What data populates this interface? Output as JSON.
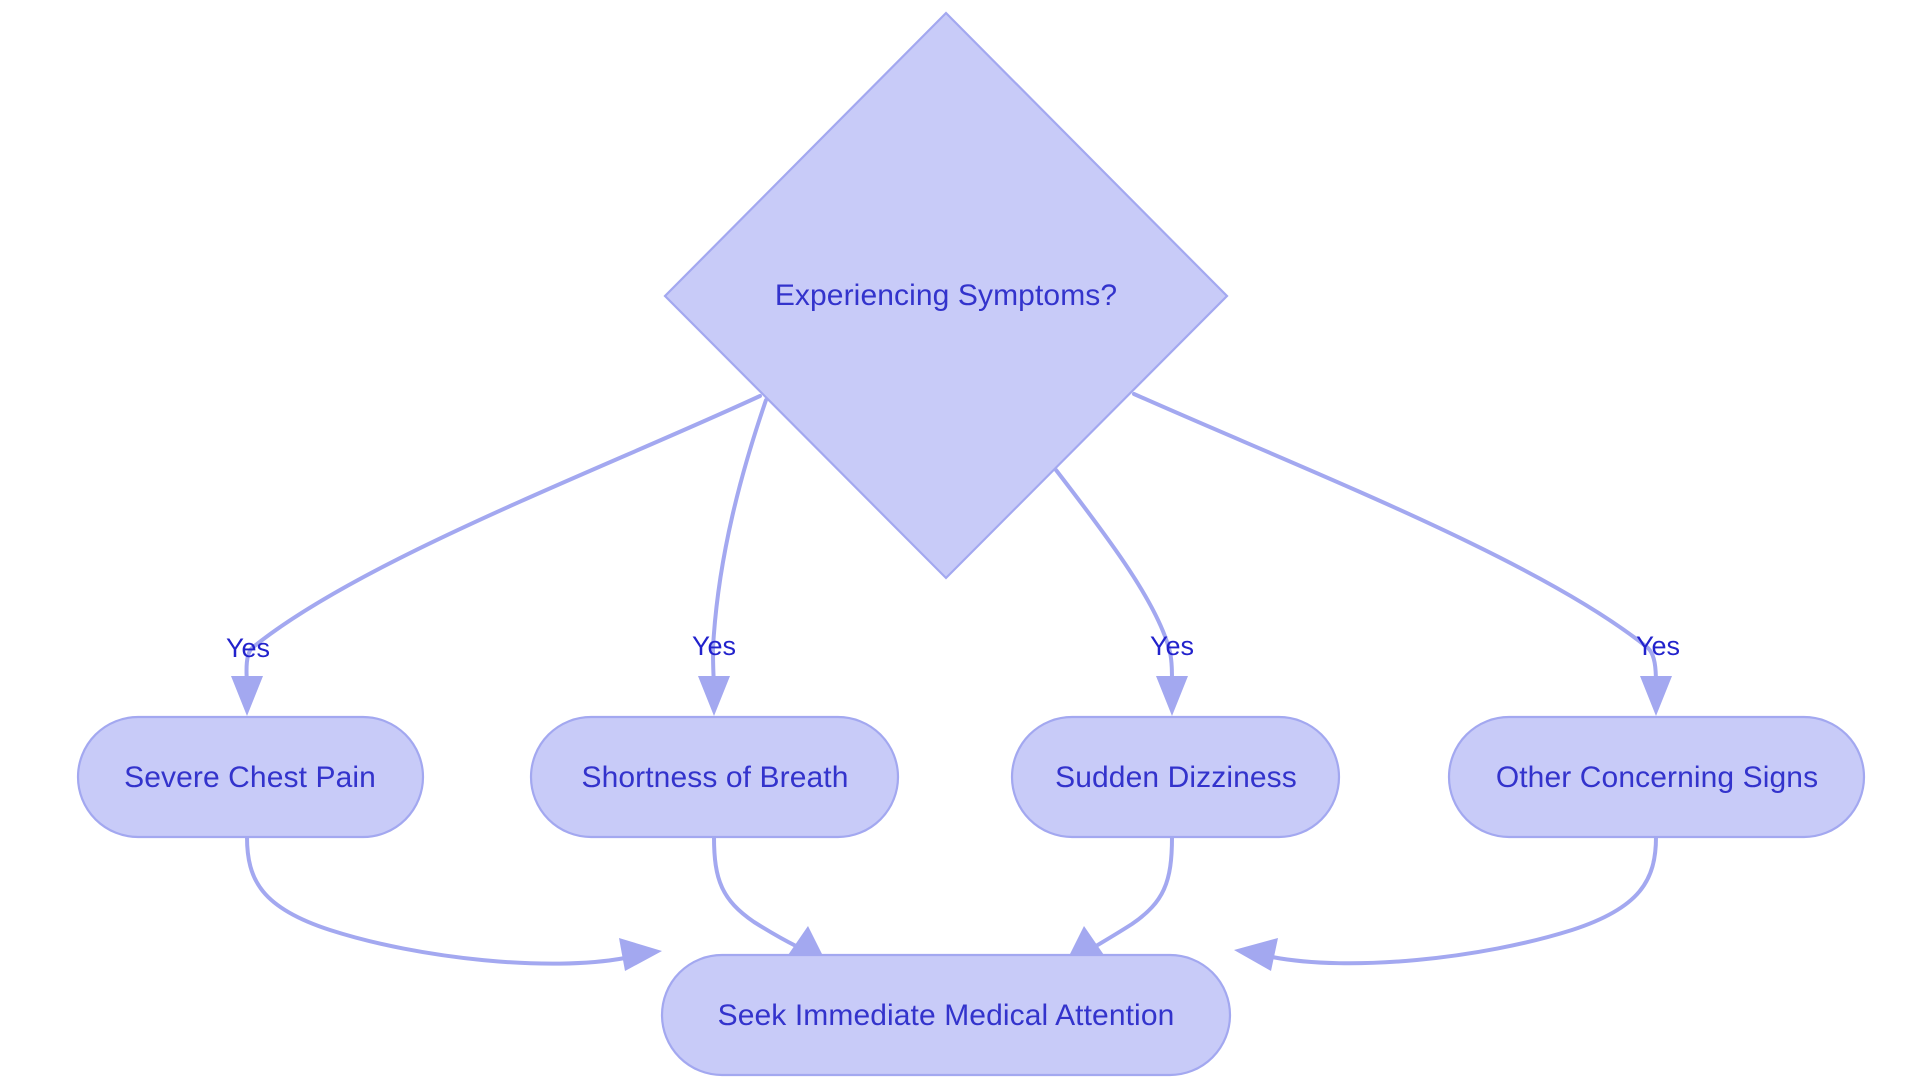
{
  "diagram": {
    "type": "flowchart",
    "orientation": "top-down",
    "background_color": "#ffffff",
    "node_fill_color": "#c8cbf8",
    "node_stroke_color": "#a3a8f0",
    "node_text_color": "#3333cc",
    "edge_color": "#a3a8f0",
    "edge_label_color": "#2222cc"
  },
  "nodes": {
    "decision": {
      "id": "experiencing-symptoms",
      "label": "Experiencing Symptoms?",
      "shape": "diamond"
    },
    "symptoms": [
      {
        "id": "severe-chest-pain",
        "label": "Severe Chest Pain",
        "shape": "stadium"
      },
      {
        "id": "shortness-of-breath",
        "label": "Shortness of Breath",
        "shape": "stadium"
      },
      {
        "id": "sudden-dizziness",
        "label": "Sudden Dizziness",
        "shape": "stadium"
      },
      {
        "id": "other-concerning-signs",
        "label": "Other Concerning Signs",
        "shape": "stadium"
      }
    ],
    "outcome": {
      "id": "seek-immediate-medical-attention",
      "label": "Seek Immediate Medical Attention",
      "shape": "stadium"
    }
  },
  "edges": {
    "decision_to_symptoms": [
      {
        "from": "experiencing-symptoms",
        "to": "severe-chest-pain",
        "label": "Yes"
      },
      {
        "from": "experiencing-symptoms",
        "to": "shortness-of-breath",
        "label": "Yes"
      },
      {
        "from": "experiencing-symptoms",
        "to": "sudden-dizziness",
        "label": "Yes"
      },
      {
        "from": "experiencing-symptoms",
        "to": "other-concerning-signs",
        "label": "Yes"
      }
    ],
    "symptoms_to_outcome": [
      {
        "from": "severe-chest-pain",
        "to": "seek-immediate-medical-attention",
        "label": ""
      },
      {
        "from": "shortness-of-breath",
        "to": "seek-immediate-medical-attention",
        "label": ""
      },
      {
        "from": "sudden-dizziness",
        "to": "seek-immediate-medical-attention",
        "label": ""
      },
      {
        "from": "other-concerning-signs",
        "to": "seek-immediate-medical-attention",
        "label": ""
      }
    ]
  }
}
